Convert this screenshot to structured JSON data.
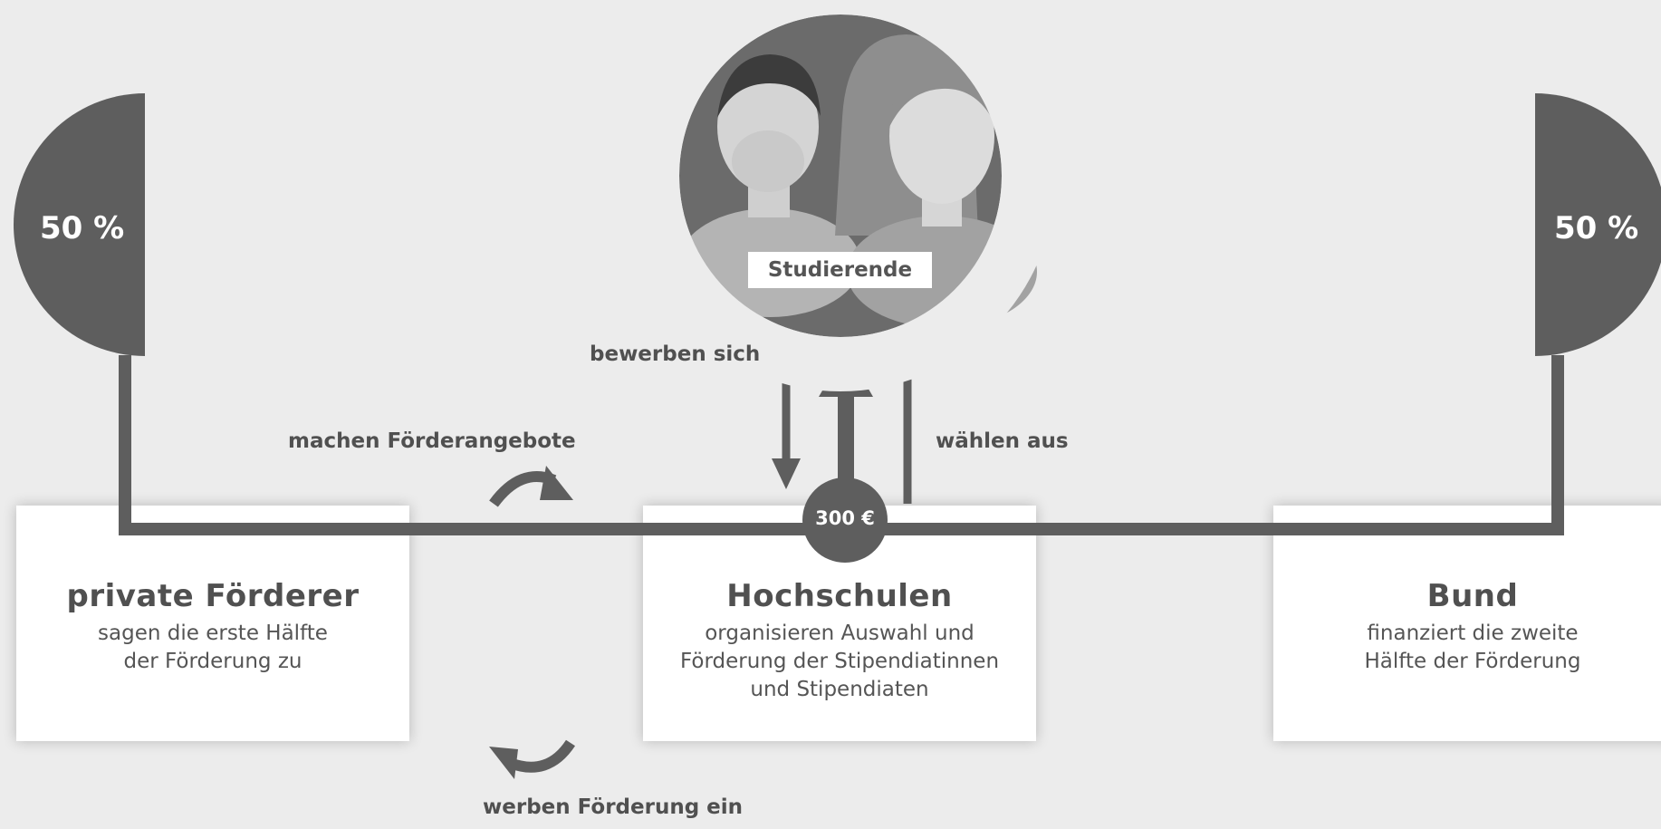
{
  "percent_left": "50 %",
  "percent_right": "50 %",
  "students_label": "Studierende",
  "amount": "300 €",
  "labels": {
    "apply": "bewerben sich",
    "select": "wählen aus",
    "offers": "machen Förderangebote",
    "recruit": "werben Förderung ein"
  },
  "boxes": {
    "private": {
      "title": "private Förderer",
      "desc_lines": [
        "sagen die erste Hälfte",
        "der Förderung zu"
      ]
    },
    "universities": {
      "title": "Hochschulen",
      "desc_lines": [
        "organisieren Auswahl und",
        "Förderung der Stipendiatinnen",
        "und Stipendiaten"
      ]
    },
    "federal": {
      "title": "Bund",
      "desc_lines": [
        "finanziert die zweite",
        "Hälfte der Förderung"
      ]
    }
  },
  "colors": {
    "background": "#ececec",
    "flow": "#5e5e5e",
    "box": "#ffffff"
  }
}
